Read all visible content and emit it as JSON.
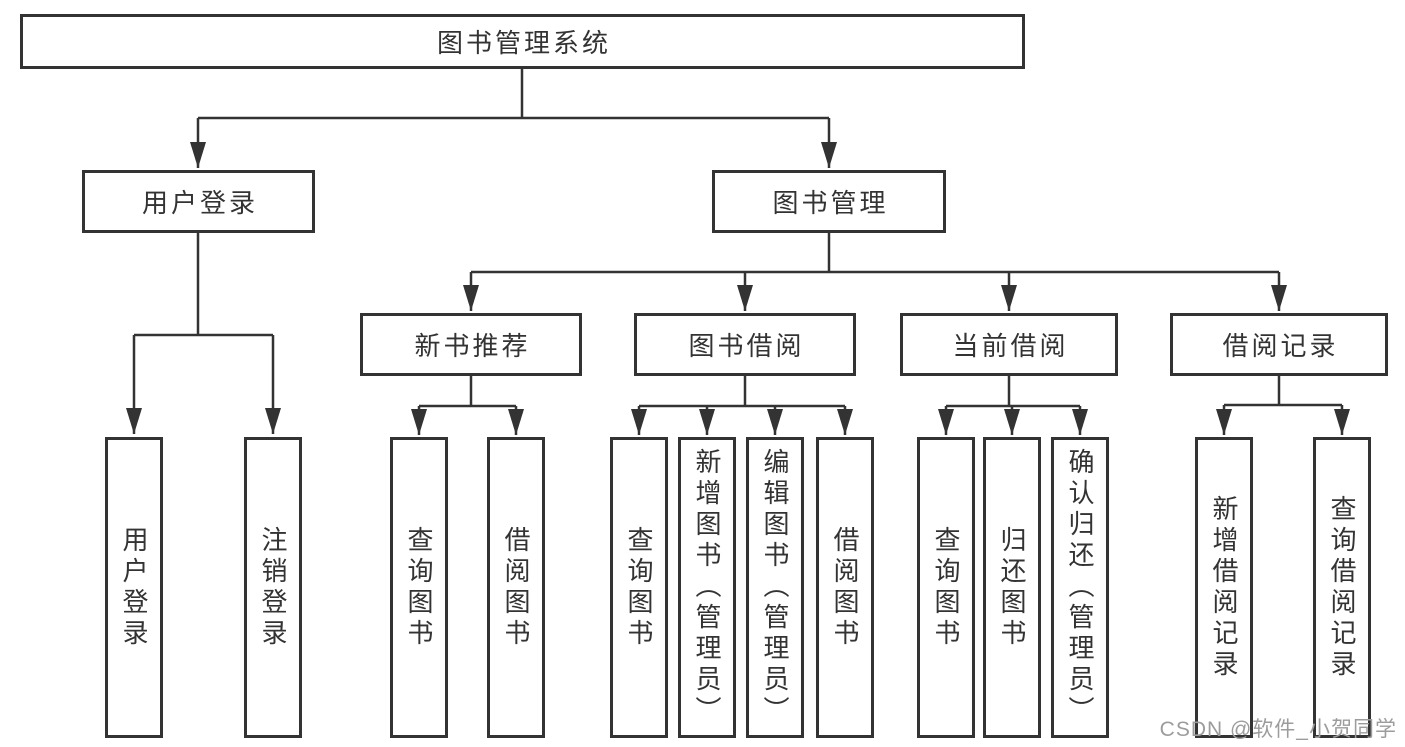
{
  "nodes": {
    "root": "图书管理系统",
    "user_login": "用户登录",
    "book_management": "图书管理",
    "new_book_recommend": "新书推荐",
    "book_borrowing": "图书借阅",
    "current_borrowing": "当前借阅",
    "borrowing_records": "借阅记录",
    "leaf_user_login": "用户登录",
    "leaf_logout": "注销登录",
    "leaf_query_books_recommend": "查询图书",
    "leaf_borrow_books_recommend": "借阅图书",
    "leaf_query_books_borrowing": "查询图书",
    "leaf_add_books_admin": "新增图书（管理员）",
    "leaf_edit_books_admin": "编辑图书（管理员）",
    "leaf_borrow_books_borrowing": "借阅图书",
    "leaf_query_books_current": "查询图书",
    "leaf_return_books": "归还图书",
    "leaf_confirm_return_admin": "确认归还（管理员）",
    "leaf_add_borrow_record": "新增借阅记录",
    "leaf_query_borrow_record": "查询借阅记录"
  },
  "watermark": {
    "text": "CSDN @软件_小贺同学"
  },
  "colors": {
    "line": "#333333",
    "text": "#333333",
    "background": "#ffffff",
    "watermark": "#9c9c9c"
  }
}
